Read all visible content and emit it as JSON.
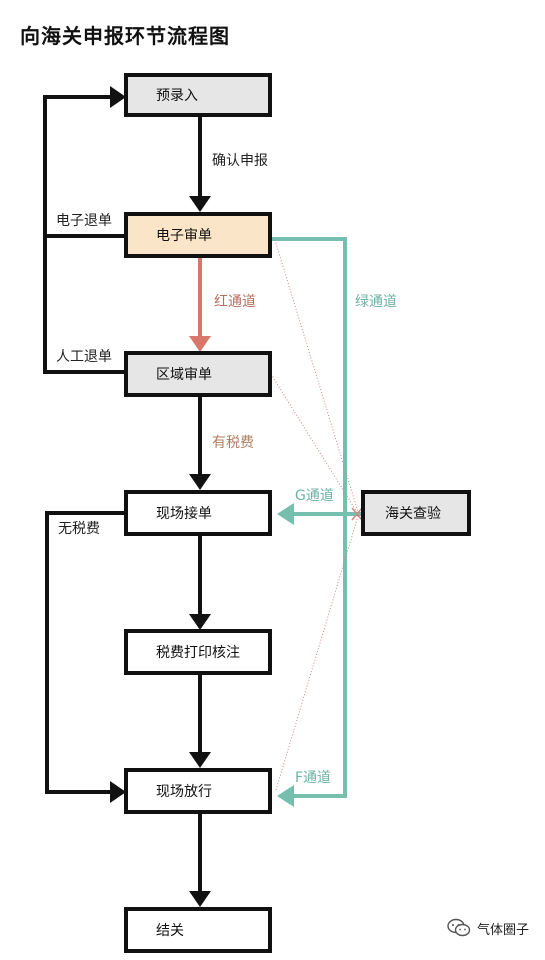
{
  "title": "向海关申报环节流程图",
  "nodes": {
    "prerecord": "预录入",
    "e_review": "电子审单",
    "regional_review": "区域审单",
    "onsite_accept": "现场接单",
    "tax_print": "税费打印核注",
    "onsite_release": "现场放行",
    "closure": "结关",
    "inspection": "海关查验"
  },
  "edges": {
    "confirm_declare": "确认申报",
    "red_channel": "红通道",
    "has_tax": "有税费",
    "green_channel": "绿通道",
    "g_channel": "G通道",
    "f_channel": "F通道",
    "e_return": "电子退单",
    "manual_return": "人工退单",
    "no_tax": "无税费"
  },
  "watermark": {
    "text": "气体圈子"
  },
  "colors": {
    "dark": "#111111",
    "red": "#d9776a",
    "green": "#76bfaf",
    "peach": "#fbe5c8",
    "gray": "#e6e6e6"
  }
}
